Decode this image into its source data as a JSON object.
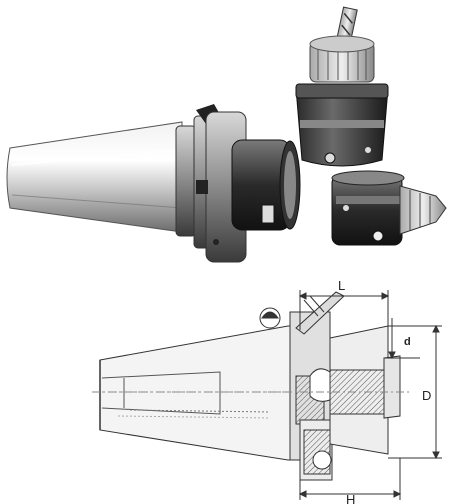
{
  "drawing": {
    "labels": {
      "L": "L",
      "d": "d",
      "D": "D",
      "H": "H"
    }
  },
  "colors": {
    "steel_light": "#e6e6e6",
    "steel_mid": "#b8b8b8",
    "steel_dark": "#5a5a5a",
    "black": "#1a1a1a",
    "line": "#333333"
  }
}
